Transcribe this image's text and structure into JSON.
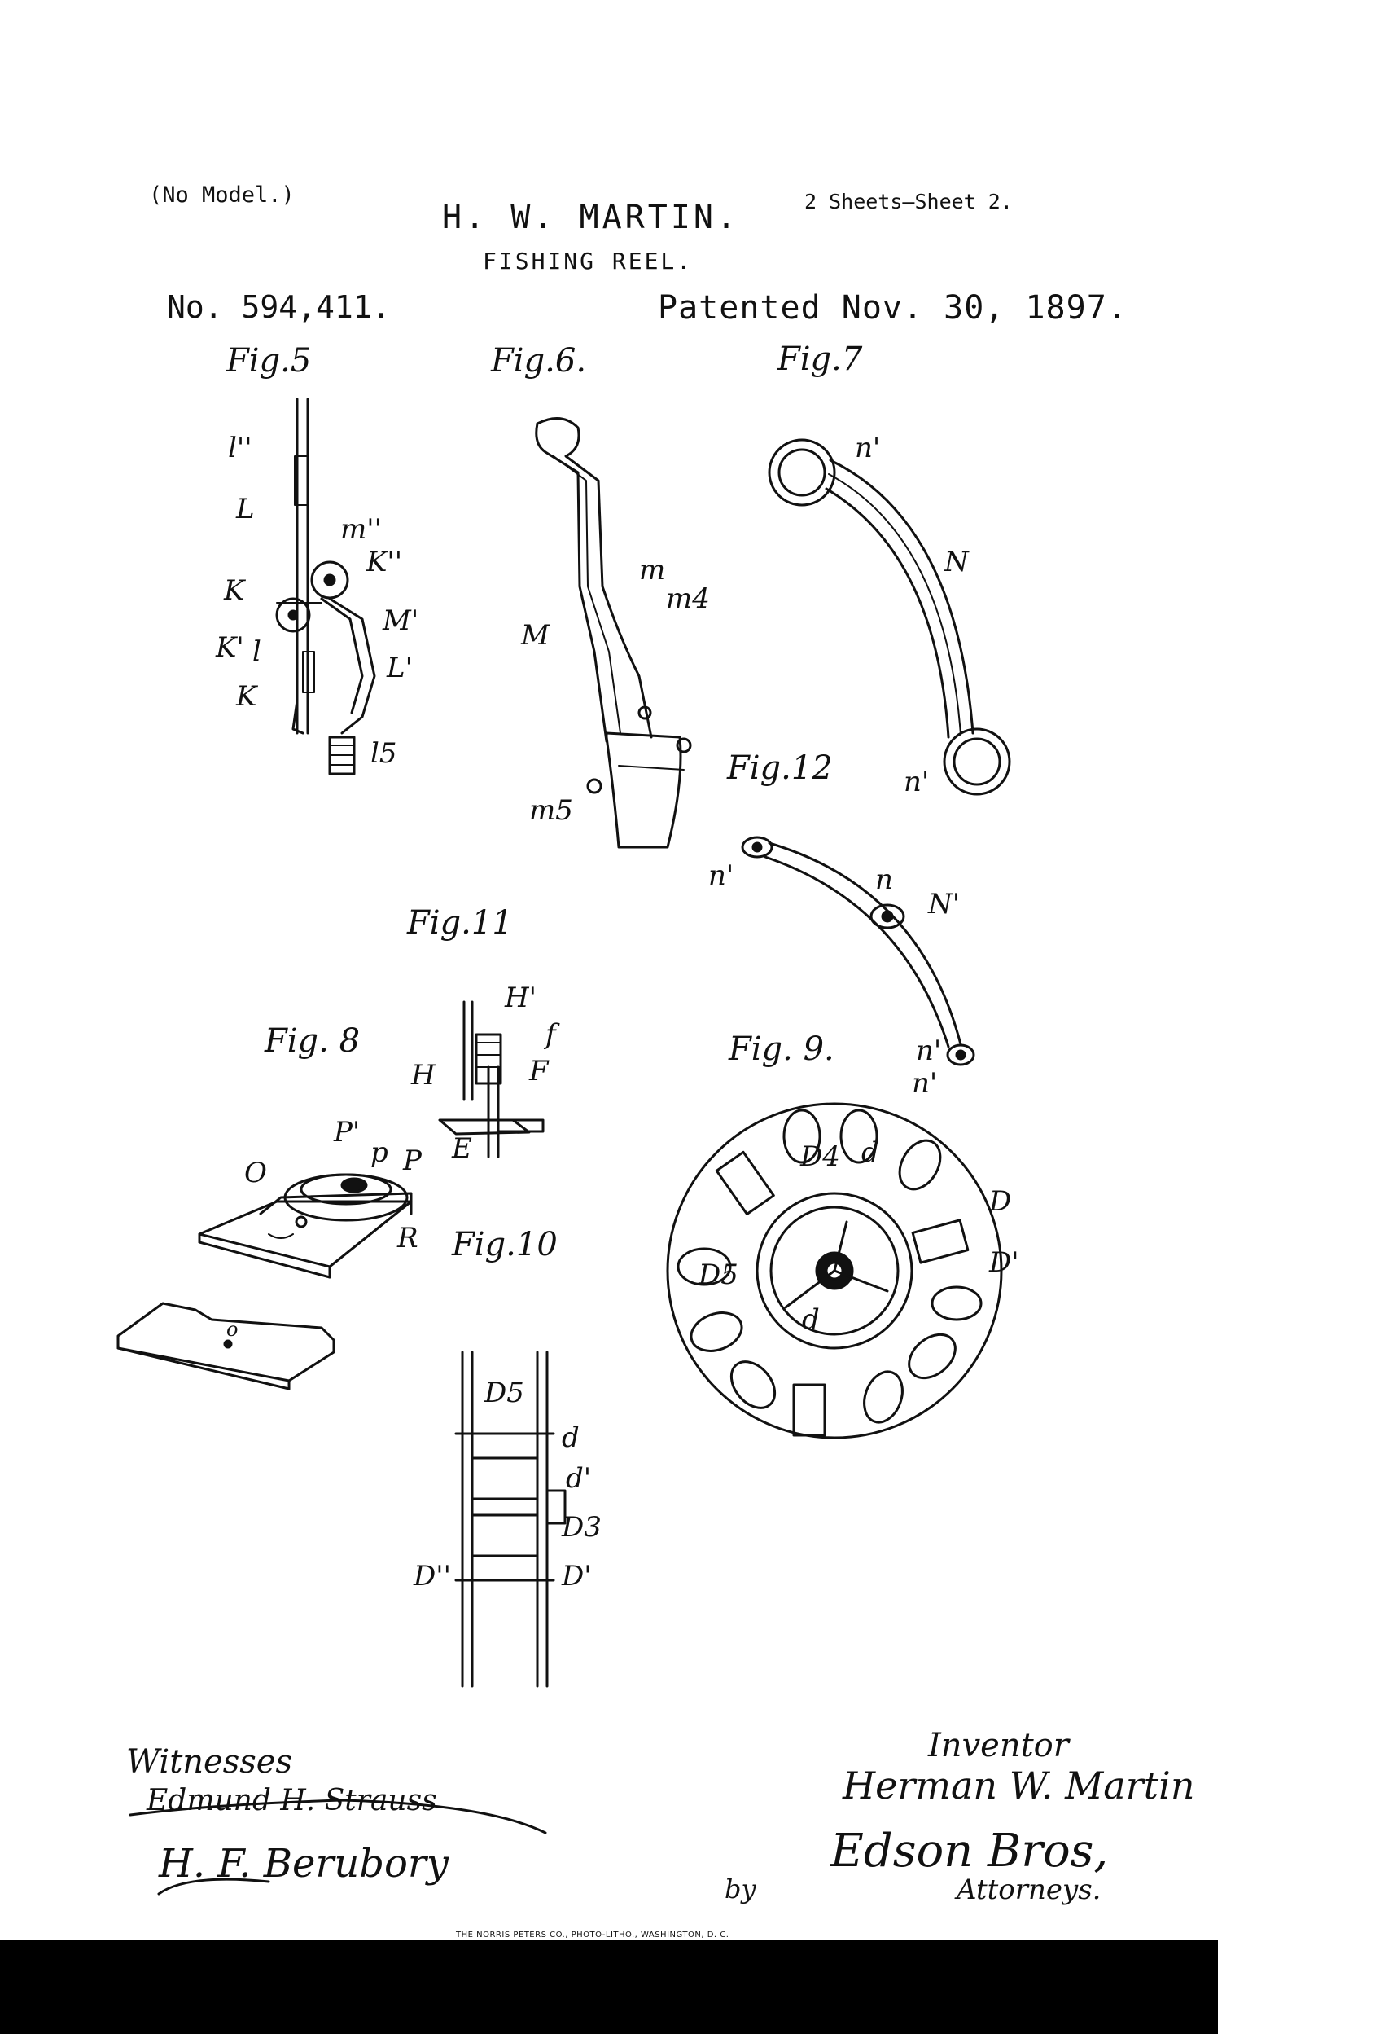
{
  "header": {
    "model_note": "(No Model.)",
    "inventor_name": "H. W. MARTIN.",
    "title": "FISHING REEL.",
    "sheets": "2 Sheets—Sheet 2.",
    "patent_number": "No. 594,411.",
    "patented": "Patented Nov. 30, 1897."
  },
  "figures": [
    {
      "id": "fig5",
      "label": "Fig.5",
      "parts": [
        "l''",
        "L",
        "m''",
        "K''",
        "K",
        "M'",
        "K'",
        "l",
        "L'",
        "K",
        "l5"
      ]
    },
    {
      "id": "fig6",
      "label": "Fig.6.",
      "parts": [
        "m",
        "m4",
        "M",
        "m5"
      ]
    },
    {
      "id": "fig7",
      "label": "Fig.7",
      "parts": [
        "n'",
        "N"
      ]
    },
    {
      "id": "fig12",
      "label": "Fig.12",
      "parts": [
        "n'",
        "n'",
        "n",
        "N'",
        "n'",
        "n'"
      ]
    },
    {
      "id": "fig11",
      "label": "Fig.11",
      "parts": [
        "H'",
        "f",
        "H",
        "F",
        "E"
      ]
    },
    {
      "id": "fig8",
      "label": "Fig. 8",
      "parts": [
        "P'",
        "p",
        "P",
        "O",
        "R"
      ]
    },
    {
      "id": "fig9",
      "label": "Fig. 9.",
      "parts": [
        "D4",
        "d",
        "D",
        "D'",
        "D5",
        "d"
      ]
    },
    {
      "id": "fig10",
      "label": "Fig.10",
      "parts": [
        "o",
        "D5",
        "d",
        "d'",
        "D3",
        "D''",
        "D'"
      ]
    }
  ],
  "signatures": {
    "witnesses_label": "Witnesses",
    "witness_1": "Edmund H. Strauss",
    "witness_2": "H. F. Berubory",
    "inventor_label": "Inventor",
    "inventor_signature": "Herman W. Martin",
    "by": "by",
    "attorneys_signature": "Edson Bros,",
    "attorneys_label": "Attorneys."
  },
  "footer": {
    "printer": "THE NORRIS PETERS CO., PHOTO-LITHO., WASHINGTON, D. C."
  }
}
